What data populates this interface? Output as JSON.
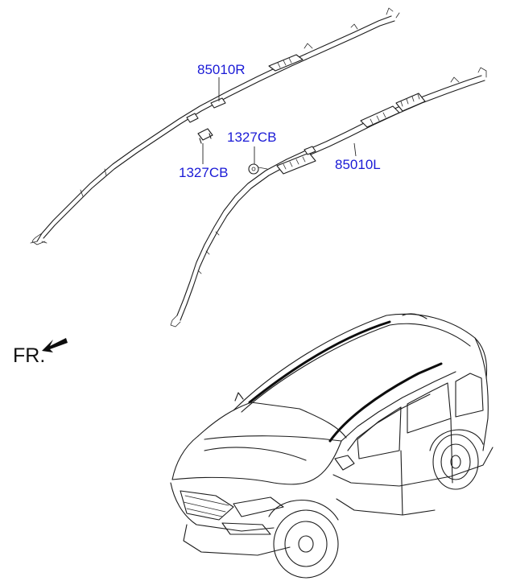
{
  "labels": {
    "airbag_right": "85010R",
    "airbag_left": "85010L",
    "clip_upper": "1327CB",
    "clip_lower": "1327CB",
    "front_indicator": "FR."
  },
  "colors": {
    "callout_text": "#1a1ad6",
    "line_art": "#1c1c1c",
    "background": "#ffffff"
  },
  "icons": {
    "front_arrow": "arrow-down-left-icon"
  }
}
